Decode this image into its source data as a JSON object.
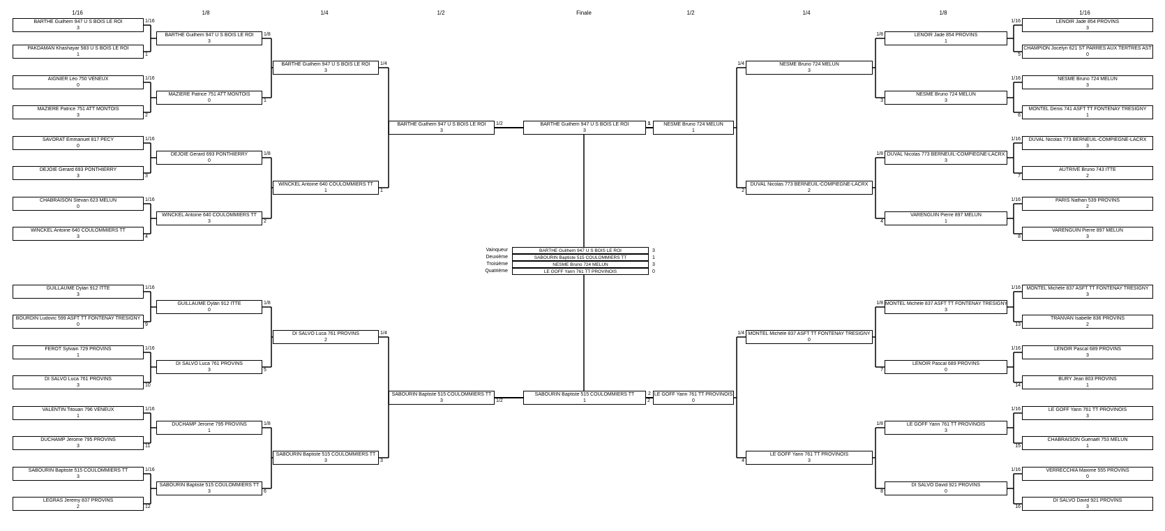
{
  "round_headers": {
    "left": [
      "1/16",
      "1/8",
      "1/4",
      "1/2"
    ],
    "final": "Finale",
    "right": [
      "1/2",
      "1/4",
      "1/8",
      "1/16"
    ]
  },
  "left_r16": [
    {
      "name": "BARTHE Guilhem 947 U S BOIS LE ROI",
      "score": "3",
      "side": "1/16"
    },
    {
      "name": "PAKDAMAN Khashayar 583 U S BOIS LE ROI",
      "score": "1",
      "side": "1"
    },
    {
      "name": "AIGNIER Léo 750 VENEUX",
      "score": "0",
      "side": "1/16"
    },
    {
      "name": "MAZIÈRE Patrice 751 ATT MONTOIS",
      "score": "3",
      "side": "2"
    },
    {
      "name": "SAVORAT Emmanuel 817 PECY",
      "score": "0",
      "side": "1/16"
    },
    {
      "name": "DEJOIE Gerard 693 PONTHIERRY",
      "score": "3",
      "side": "3"
    },
    {
      "name": "CHABRAISON Stévan 623 MELUN",
      "score": "0",
      "side": "1/16"
    },
    {
      "name": "WINCKEL Antoine 640 COULOMMIERS TT",
      "score": "3",
      "side": "4"
    },
    {
      "name": "GUILLAUME Dylan 912 ITTE",
      "score": "3",
      "side": "1/16"
    },
    {
      "name": "BOURDIN Ludovic 599 ASFT TT FONTENAY TRESIGNY",
      "score": "0",
      "side": "9"
    },
    {
      "name": "FEROT Sylvain 729 PROVINS",
      "score": "1",
      "side": "1/16"
    },
    {
      "name": "DI SALVO Luca 761 PROVINS",
      "score": "3",
      "side": "10"
    },
    {
      "name": "VALENTIN Titouan 796 VENEUX",
      "score": "1",
      "side": "1/16"
    },
    {
      "name": "DUCHAMP Jerome 795 PROVINS",
      "score": "3",
      "side": "11"
    },
    {
      "name": "SABOURIN Baptiste 515 COULOMMIERS TT",
      "score": "3",
      "side": "1/16"
    },
    {
      "name": "LEGRAS Jeremy 837 PROVINS",
      "score": "2",
      "side": "12"
    }
  ],
  "left_r8": [
    {
      "name": "BARTHE Guilhem 947 U S BOIS LE ROI",
      "score": "3",
      "side": "1/8"
    },
    {
      "name": "MAZIÈRE Patrice 751 ATT MONTOIS",
      "score": "0",
      "side": "1"
    },
    {
      "name": "DEJOIE Gerard 693 PONTHIERRY",
      "score": "0",
      "side": "1/8"
    },
    {
      "name": "WINCKEL Antoine 640 COULOMMIERS TT",
      "score": "3",
      "side": "2"
    },
    {
      "name": "GUILLAUME Dylan 912 ITTE",
      "score": "0",
      "side": "1/8"
    },
    {
      "name": "DI SALVO Luca 761 PROVINS",
      "score": "3",
      "side": "5"
    },
    {
      "name": "DUCHAMP Jerome 795 PROVINS",
      "score": "1",
      "side": "1/8"
    },
    {
      "name": "SABOURIN Baptiste 515 COULOMMIERS TT",
      "score": "3",
      "side": "6"
    }
  ],
  "left_r4": [
    {
      "name": "BARTHE Guilhem 947 U S BOIS LE ROI",
      "score": "3",
      "side": "1/4"
    },
    {
      "name": "WINCKEL Antoine 640 COULOMMIERS TT",
      "score": "1",
      "side": "1"
    },
    {
      "name": "DI SALVO Luca 761 PROVINS",
      "score": "2",
      "side": "1/4"
    },
    {
      "name": "SABOURIN Baptiste 515 COULOMMIERS TT",
      "score": "3",
      "side": "3"
    }
  ],
  "left_r2": [
    {
      "name": "BARTHE Guilhem 947 U S BOIS LE ROI",
      "score": "3",
      "side": "1/2"
    },
    {
      "name": "SABOURIN Baptiste 515 COULOMMIERS TT",
      "score": "3",
      "side": "1/2"
    }
  ],
  "final": [
    {
      "name": "BARTHE Guilhem 947 U S BOIS LE ROI",
      "score": "3",
      "side": "1"
    },
    {
      "name": "SABOURIN Baptiste 515 COULOMMIERS TT",
      "score": "1",
      "side": "2"
    }
  ],
  "right_r2": [
    {
      "name": "NESME Bruno 724 MELUN",
      "score": "1"
    },
    {
      "name": "LE GOFF Yann 761 TT PROVINOIS",
      "score": "0"
    }
  ],
  "right_r4": [
    {
      "name": "NESME Bruno 724 MELUN",
      "score": "3",
      "side": "1/4"
    },
    {
      "name": "DUVAL Nicolas 773 BERNEUIL-COMPIEGNE-LACRX",
      "score": "2",
      "side": "2"
    },
    {
      "name": "MONTEL Michèle 837 ASFT TT FONTENAY TRESIGNY",
      "score": "0",
      "side": "1/4"
    },
    {
      "name": "LE GOFF Yann 761 TT PROVINOIS",
      "score": "3",
      "side": "4"
    }
  ],
  "right_r8": [
    {
      "name": "LENOIR Jade 854 PROVINS",
      "score": "1",
      "side": "1/8"
    },
    {
      "name": "NESME Bruno 724 MELUN",
      "score": "3",
      "side": "3"
    },
    {
      "name": "DUVAL Nicolas 773 BERNEUIL-COMPIEGNE-LACRX",
      "score": "3",
      "side": "1/8"
    },
    {
      "name": "VARENGUIN Pierre 897 MELUN",
      "score": "1",
      "side": "4"
    },
    {
      "name": "MONTEL Michèle 837 ASFT TT FONTENAY TRESIGNY",
      "score": "3",
      "side": "1/8"
    },
    {
      "name": "LENOIR Pascal 689 PROVINS",
      "score": "0",
      "side": "7"
    },
    {
      "name": "LE GOFF Yann 761 TT PROVINOIS",
      "score": "3",
      "side": "1/8"
    },
    {
      "name": "DI SALVO David 921 PROVINS",
      "score": "0",
      "side": "8"
    }
  ],
  "right_r16": [
    {
      "name": "LENOIR Jade 854 PROVINS",
      "score": "3",
      "side": "1/16"
    },
    {
      "name": "CHAMPION Jocelyn 621 ST PARRES AUX TERTRES AST",
      "score": "0",
      "side": "5"
    },
    {
      "name": "NESME Bruno 724 MELUN",
      "score": "3",
      "side": "1/16"
    },
    {
      "name": "MONTEL Denis 741 ASFT TT FONTENAY TRESIGNY",
      "score": "1",
      "side": "6"
    },
    {
      "name": "DUVAL Nicolas 773 BERNEUIL-COMPIEGNE-LACRX",
      "score": "3",
      "side": "1/16"
    },
    {
      "name": "AUTRIVE Bruno 743 ITTE",
      "score": "2",
      "side": "7"
    },
    {
      "name": "PARIS Nathan 539 PROVINS",
      "score": "2",
      "side": "1/16"
    },
    {
      "name": "VARENGUIN Pierre 897 MELUN",
      "score": "3",
      "side": "8"
    },
    {
      "name": "MONTEL Michèle 837 ASFT TT FONTENAY TRESIGNY",
      "score": "3",
      "side": "1/16"
    },
    {
      "name": "TRANVAN Isabelle 836 PROVINS",
      "score": "2",
      "side": "13"
    },
    {
      "name": "LENOIR Pascal 689 PROVINS",
      "score": "3",
      "side": "1/16"
    },
    {
      "name": "BURY Jean 803 PROVINS",
      "score": "1",
      "side": "14"
    },
    {
      "name": "LE GOFF Yann 761 TT PROVINOIS",
      "score": "3",
      "side": "1/16"
    },
    {
      "name": "CHABRAISON Guénaël 753 MELUN",
      "score": "1",
      "side": "15"
    },
    {
      "name": "VERRECCHIA Maxime 555 PROVINS",
      "score": "0",
      "side": "1/16"
    },
    {
      "name": "DI SALVO David 921 PROVINS",
      "score": "3",
      "side": "16"
    }
  ],
  "ranking": [
    {
      "label": "Vainqueur",
      "name": "BARTHE Guilhem 947 U S BOIS LE ROI",
      "score": "3"
    },
    {
      "label": "Deuxième",
      "name": "SABOURIN Baptiste 515 COULOMMIERS TT",
      "score": "1"
    },
    {
      "label": "Troisième",
      "name": "NESME Bruno 724 MELUN",
      "score": "3"
    },
    {
      "label": "Quatrième",
      "name": "LE GOFF Yann 761 TT PROVINOIS",
      "score": "0"
    }
  ]
}
